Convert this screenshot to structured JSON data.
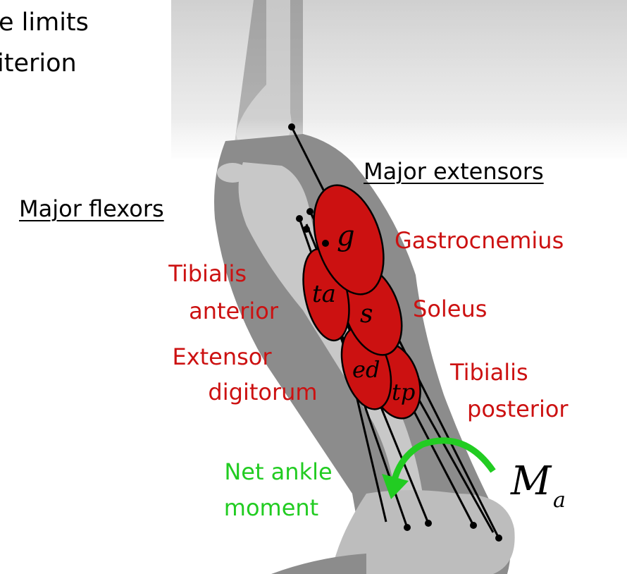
{
  "header_fragment": {
    "line1": "e limits",
    "line2": "iterion"
  },
  "groups": {
    "flexors": "Major flexors",
    "extensors": "Major extensors"
  },
  "muscles": {
    "gastrocnemius": {
      "label": "Gastrocnemius",
      "abbr": "g"
    },
    "soleus": {
      "label": "Soleus",
      "abbr": "s"
    },
    "tibialis_anterior": {
      "line1": "Tibialis",
      "line2": "anterior",
      "abbr": "ta"
    },
    "extensor_digitorum": {
      "line1": "Extensor",
      "line2": "digitorum",
      "abbr": "ed"
    },
    "tibialis_posterior": {
      "line1": "Tibialis",
      "line2": "posterior",
      "abbr": "tp"
    }
  },
  "moment": {
    "line1": "Net ankle",
    "line2": "moment",
    "symbol": "M",
    "subscript": "a"
  },
  "colors": {
    "muscle": "#cc1111",
    "moment": "#22cc22",
    "bone": "#c8c8c8",
    "leg": "#8c8c8c"
  }
}
